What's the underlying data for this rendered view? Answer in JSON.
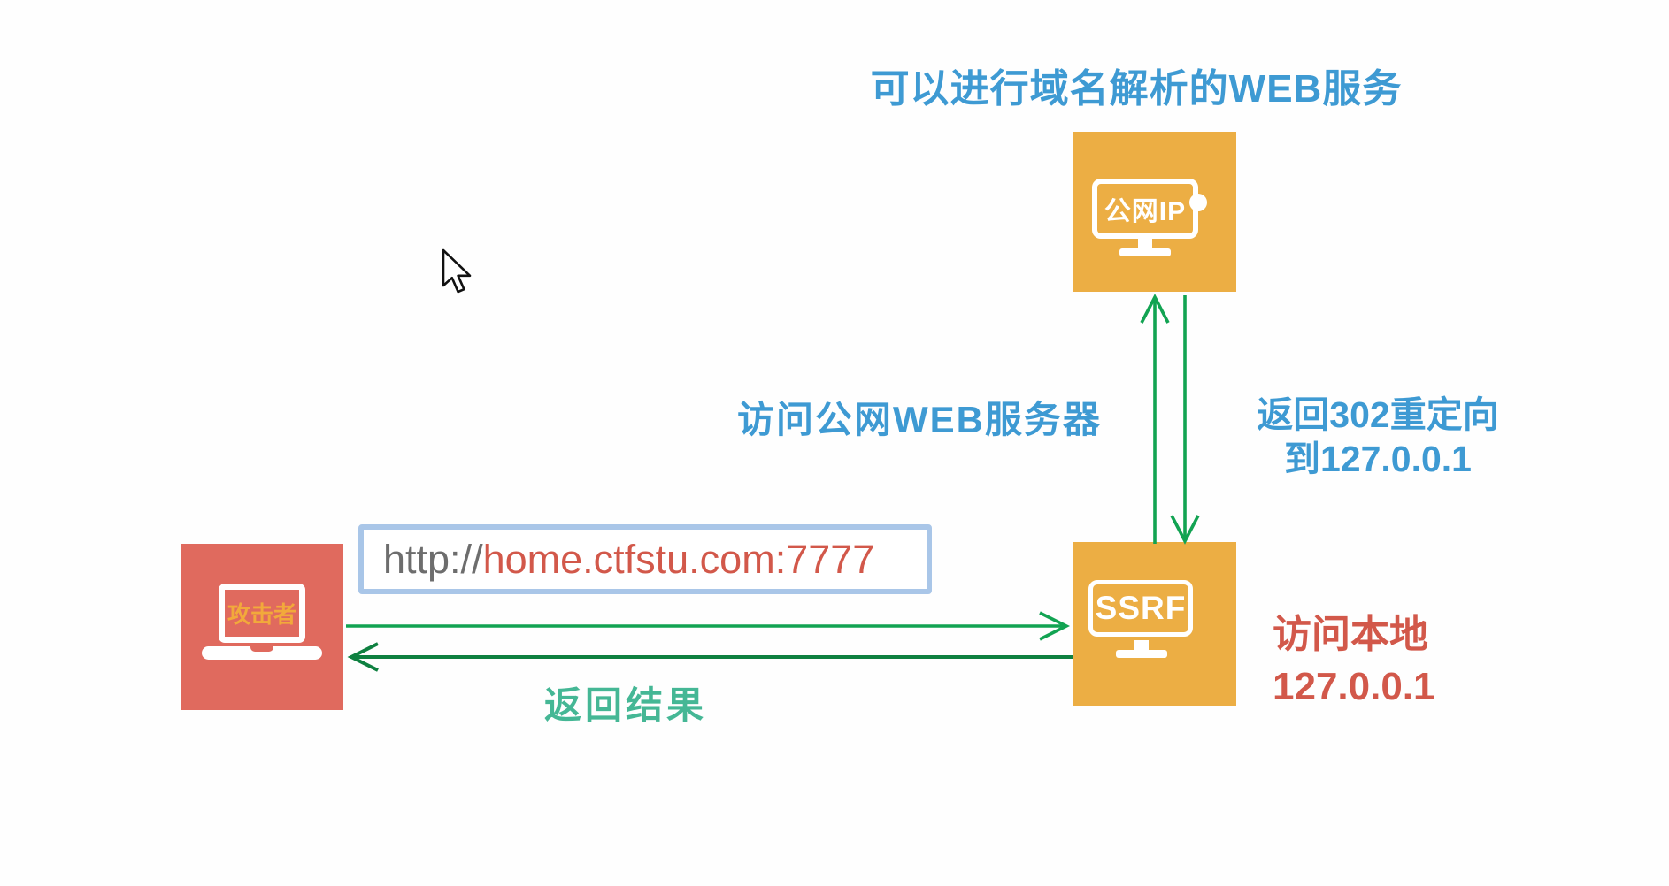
{
  "diagram": {
    "title": "可以进行域名解析的WEB服务",
    "nodes": {
      "public_web": {
        "label": "公网IP"
      },
      "ssrf": {
        "label": "SSRF"
      },
      "attacker": {
        "label": "攻击者"
      }
    },
    "labels": {
      "request_public": "访问公网WEB服务器",
      "redirect_line1": "返回302重定向",
      "redirect_line2": "到127.0.0.1",
      "local_line1": "访问本地",
      "local_line2": "127.0.0.1",
      "return_result": "返回结果"
    },
    "url_box": {
      "scheme": "http://",
      "host": "home.ctfstu.com:7777"
    },
    "colors": {
      "label_blue": "#3e9ad3",
      "node_orange": "#ecae44",
      "attacker_red": "#e06a5e",
      "text_red": "#d2584a",
      "arrow_green": "#12a352",
      "arrow_green_dark": "#0e8040",
      "result_teal": "#45b795",
      "url_border_blue": "#a9c6e8",
      "url_scheme_gray": "#6d6d6d"
    }
  }
}
